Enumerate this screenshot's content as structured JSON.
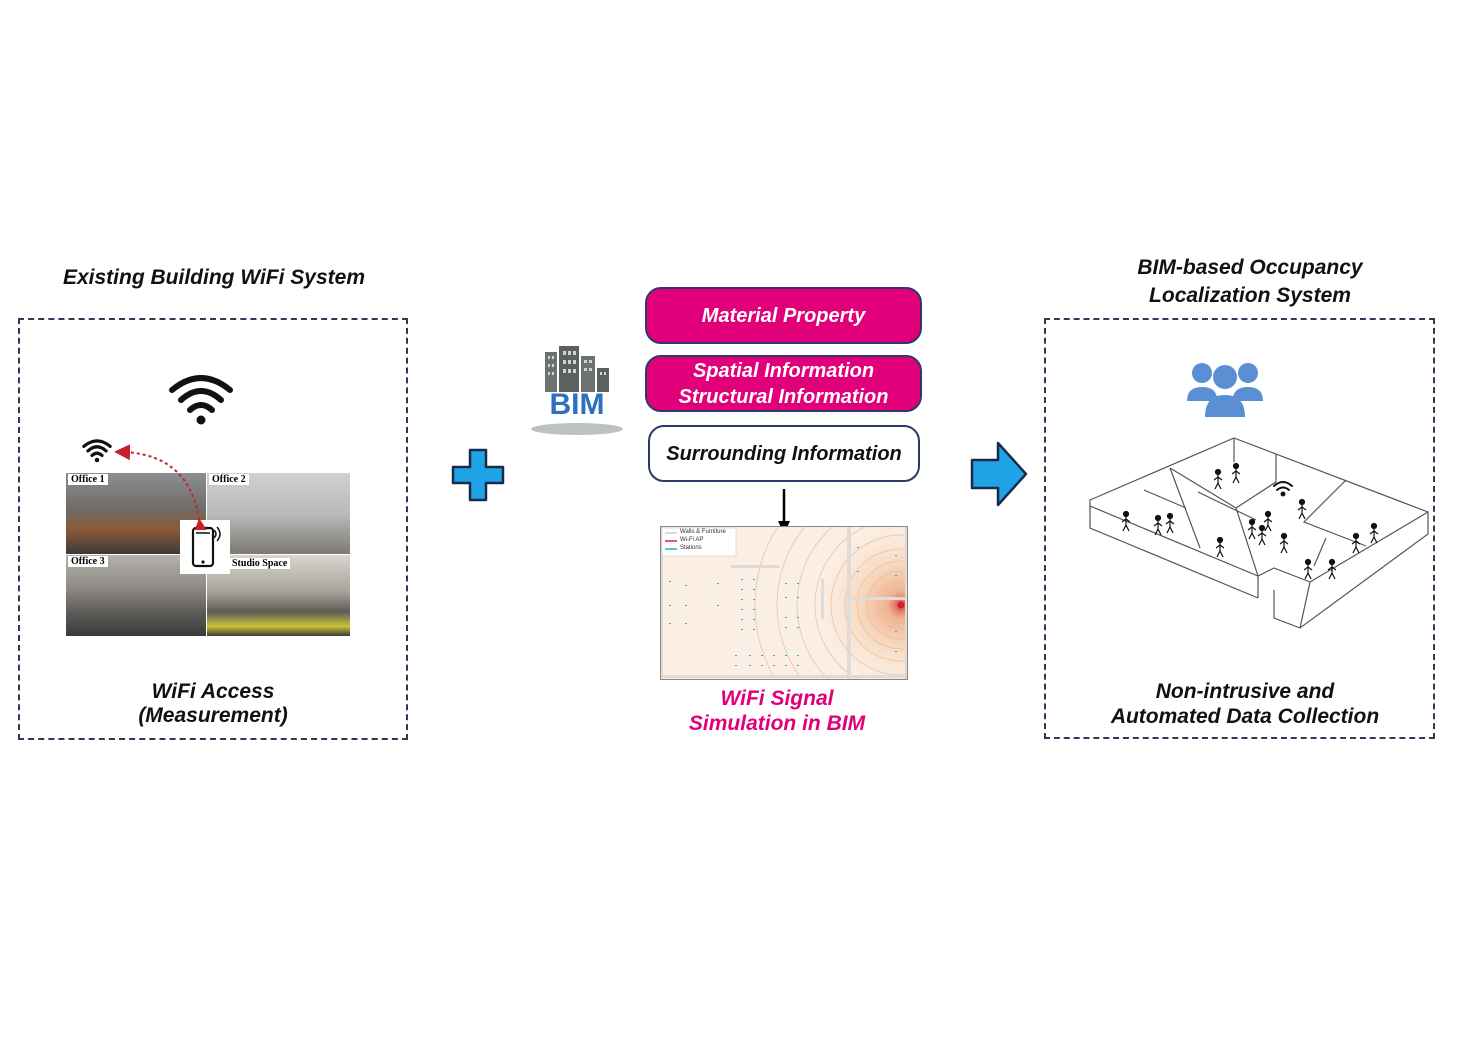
{
  "left": {
    "title": "Existing Building WiFi System",
    "caption_line1": "WiFi Access",
    "caption_line2": "(Measurement)",
    "photos": [
      "Office 1",
      "Office 2",
      "Office 3",
      "Studio Space"
    ]
  },
  "middle": {
    "bim_label": "BIM",
    "pill1": "Material Property",
    "pill2_line1": "Spatial Information",
    "pill2_line2": "Structural Information",
    "pill3": "Surrounding Information",
    "legend": [
      "Walls & Furniture",
      "Wi-Fi AP",
      "Stations"
    ],
    "caption_line1": "WiFi Signal",
    "caption_line2": "Simulation in BIM"
  },
  "right": {
    "title_line1": "BIM-based Occupancy",
    "title_line2": "Localization System",
    "caption_line1": "Non-intrusive and",
    "caption_line2": "Automated Data Collection"
  },
  "colors": {
    "accent_pink": "#e2007a",
    "plus_blue": "#1fa3e6",
    "border_navy": "#2b3a55",
    "people_blue": "#5b8fd4"
  },
  "icons": [
    "wifi-icon",
    "phone-icon",
    "plus-icon",
    "bim-building-icon",
    "arrow-right-icon",
    "people-group-icon",
    "person-icon"
  ]
}
